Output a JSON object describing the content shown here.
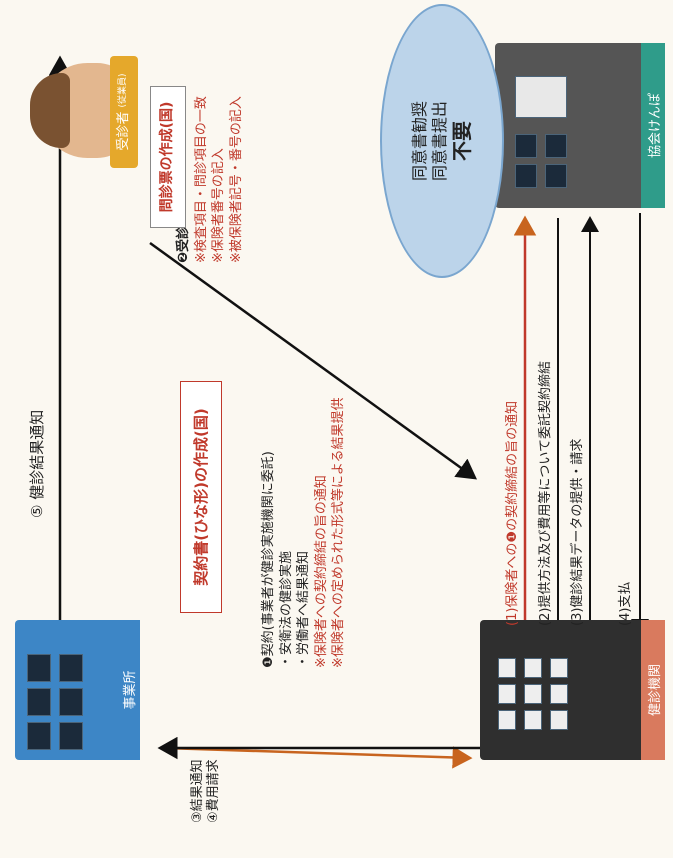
{
  "nodes": {
    "office_label": "事業所",
    "clinic_label": "健診機関",
    "kyokai_label": "協会けんぽ",
    "patient_label": "受診者",
    "patient_sub": "(従業員)"
  },
  "left_arrows": {
    "line1": "③結果通知",
    "line2": "④費用請求"
  },
  "top_arrow": {
    "label": "⑤ 健診結果通知"
  },
  "contract": {
    "box_title": "契約書(ひな形)の作成(国)",
    "line0": "❶契約(事業者が健診実施機関に委託)",
    "line1": "・安衛法の健診実施",
    "line2": "・労働者へ結果通知",
    "line3": "※保険者への契約締結の旨の通知",
    "line4": "※保険者への定められた形式等による結果提供"
  },
  "visit": {
    "label": "❷受診",
    "line1": "※検査項目・問診項目の一致",
    "line2": "※保険者番号の記入",
    "line3": "※被保険者記号・番号の記入"
  },
  "questionnaire": {
    "text": "問診票の作成(国)"
  },
  "consent": {
    "line1": "同意書勧奨",
    "line2": "同意書提出",
    "emph": "不要"
  },
  "flows": {
    "f1": "(1)保険者への❶の契約締結の旨の通知",
    "f2": "(2)提供方法及び費用等について委託契約締結",
    "f3": "(3)健診結果データの提供・請求",
    "f4": "(4)支払"
  },
  "colors": {
    "red": "#c0392b",
    "blue": "#3d86c6",
    "teal": "#2f9c8a",
    "salmon": "#d97a5e",
    "orange": "#c8641e",
    "arrow": "#111111",
    "ellipse": "#bcd4ea"
  }
}
